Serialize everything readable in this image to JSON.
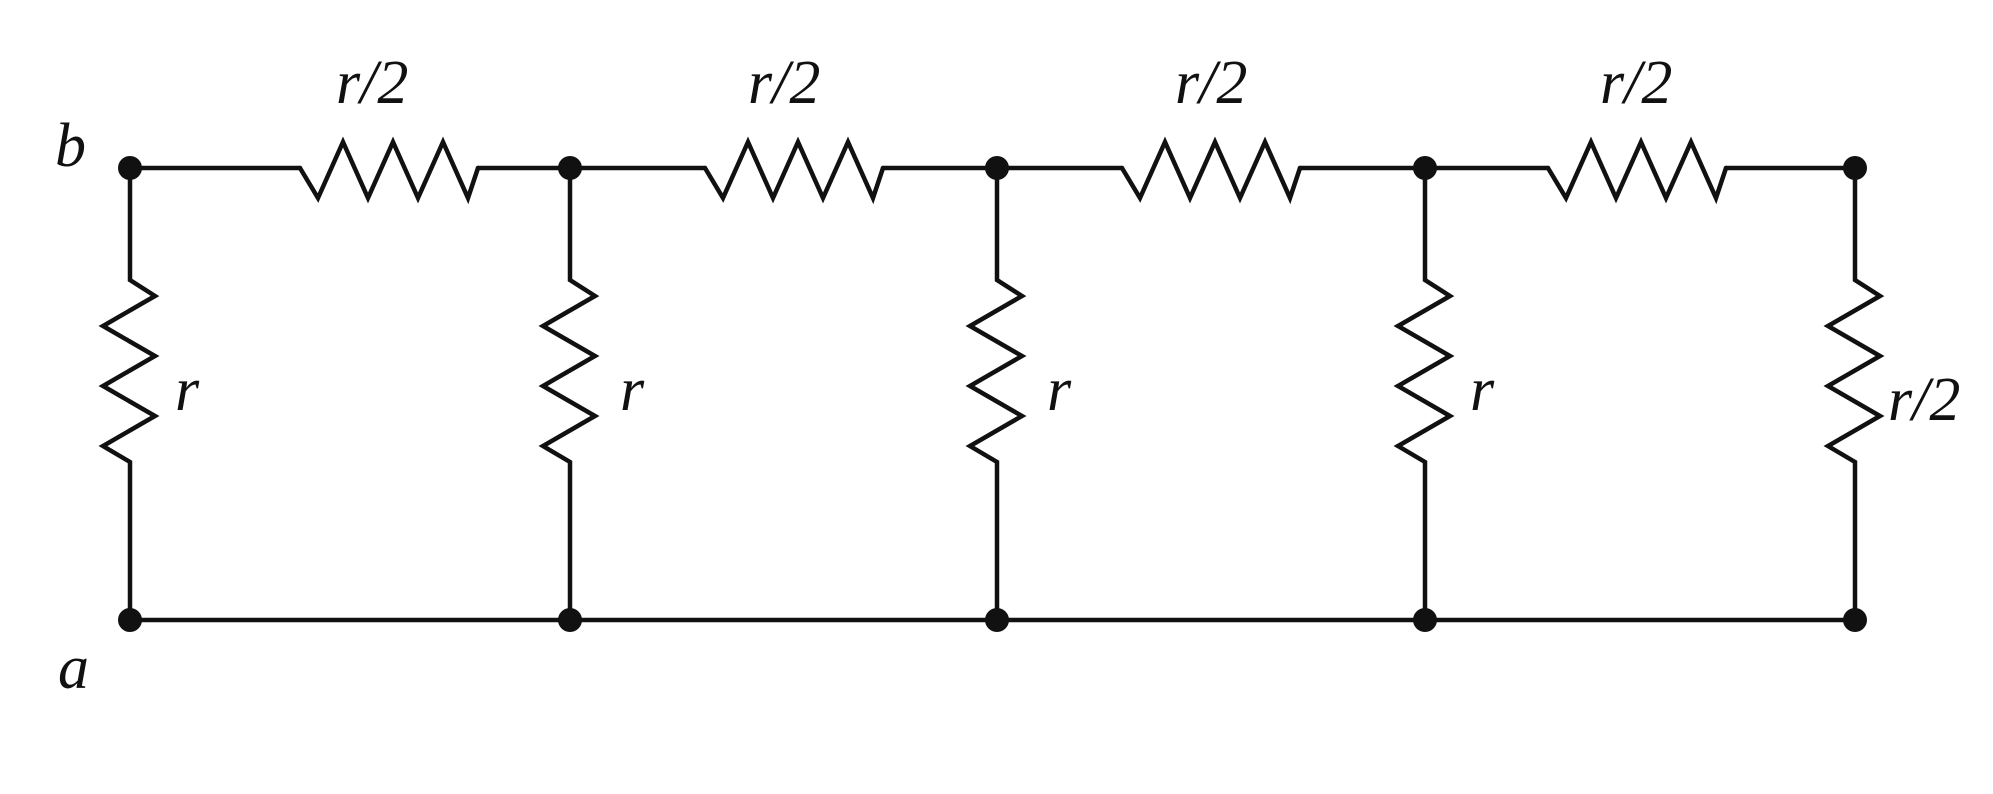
{
  "terminals": {
    "top": "b",
    "bottom": "a"
  },
  "series_resistors": [
    {
      "label": "r/2"
    },
    {
      "label": "r/2"
    },
    {
      "label": "r/2"
    },
    {
      "label": "r/2"
    }
  ],
  "shunt_resistors": [
    {
      "label": "r"
    },
    {
      "label": "r"
    },
    {
      "label": "r"
    },
    {
      "label": "r"
    },
    {
      "label": "r/2"
    }
  ],
  "colors": {
    "ink": "#111111",
    "background": "#ffffff"
  }
}
